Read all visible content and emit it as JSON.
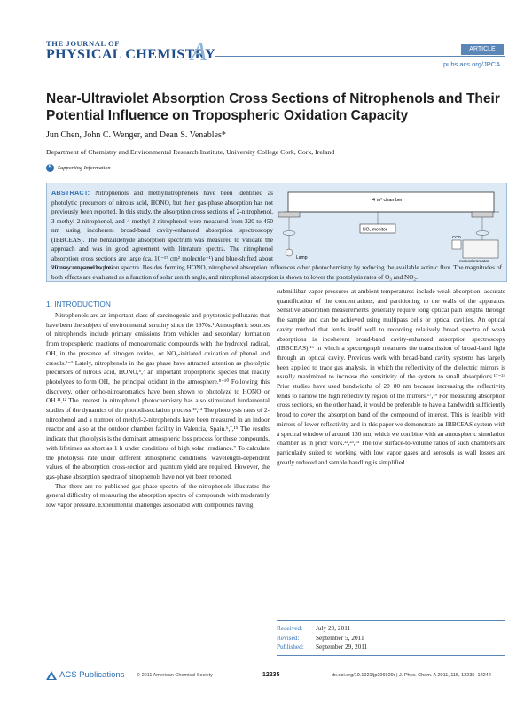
{
  "header": {
    "journal_top": "THE JOURNAL OF",
    "journal_main": "PHYSICAL CHEMISTRY",
    "journal_letter": "A",
    "badge": "ARTICLE",
    "url": "pubs.acs.org/JPCA"
  },
  "title": "Near-Ultraviolet Absorption Cross Sections of Nitrophenols and Their Potential Influence on Tropospheric Oxidation Capacity",
  "authors": "Jun Chen, John C. Wenger, and Dean S. Venables*",
  "affiliation": "Department of Chemistry and Environmental Research Institute, University College Cork, Cork, Ireland",
  "supporting_icon": "S",
  "supporting": "Supporting Information",
  "abstract": {
    "label": "ABSTRACT:",
    "text_wrapped": "Nitrophenols and methylnitrophenols have been identified as photolytic precursors of nitrous acid, HONO, but their gas-phase absorption has not previously been reported. In this study, the absorption cross sections of 2-nitrophenol, 3-methyl-2-nitrophenol, and 4-methyl-2-nitrophenol were measured from 320 to 450 nm using incoherent broad-band cavity-enhanced absorption spectroscopy (IBBCEAS). The benzaldehyde absorption spectrum was measured to validate the approach and was in good agreement with literature spectra. The nitrophenol absorption cross sections are large (ca. 10⁻¹⁷ cm² molecule⁻¹) and blue-shifted about 20 nm compared to pre-",
    "text_full": "viously measured solution spectra. Besides forming HONO, nitrophenol absorption influences other photochemistry by reducing the available actinic flux. The magnitudes of both effects are evaluated as a function of solar zenith angle, and nitrophenol absorption is shown to lower the photolysis rates of O₃ and NO₂."
  },
  "figure": {
    "chamber_label": "4 m³ chamber",
    "monitor_label": "NO₂ monitor",
    "lamp_label": "Lamp",
    "ccd_label": "CCD",
    "mono_label": "monochromator"
  },
  "intro_heading": "1. INTRODUCTION",
  "left_paragraphs": [
    "Nitrophenols are an important class of carcinogenic and phytotoxic pollutants that have been the subject of environmental scrutiny since the 1970s.¹ Atmospheric sources of nitrophenols include primary emissions from vehicles and secondary formation from tropospheric reactions of monoaromatic compounds with the hydroxyl radical, OH, in the presence of nitrogen oxides, or NO₃-initiated oxidation of phenol and cresols.²⁻⁵ Lately, nitrophenols in the gas phase have attracted attention as photolytic precursors of nitrous acid, HONO,⁶,⁷ an important tropospheric species that readily photolyzes to form OH, the principal oxidant in the atmosphere.⁸⁻¹⁰ Following this discovery, other ortho-nitroaromatics have been shown to photolyze to HONO or OH.¹¹,¹² The interest in nitrophenol photochemistry has also stimulated fundamental studies of the dynamics of the photodissociation process.¹³,¹⁴ The photolysis rates of 2-nitrophenol and a number of methyl-2-nitrophenols have been measured in an indoor reactor and also at the outdoor chamber facility in Valencia, Spain.⁶,⁷,¹⁵ The results indicate that photolysis is the dominant atmospheric loss process for these compounds, with lifetimes as short as 1 h under conditions of high solar irradiance.⁷ To calculate the photolysis rate under different atmospheric conditions, wavelength-dependent values of the absorption cross-section and quantum yield are required. However, the gas-phase absorption spectra of nitrophenols have not yet been reported.",
    "That there are no published gas-phase spectra of the nitrophenols illustrates the general difficulty of measuring the absorption spectra of compounds with moderately low vapor pressure. Experimental challenges associated with compounds having"
  ],
  "right_paragraphs": [
    "submillibar vapor pressures at ambient temperatures include weak absorption, accurate quantification of the concentrations, and partitioning to the walls of the apparatus. Sensitive absorption measurements generally require long optical path lengths through the sample and can be achieved using multipass cells or optical cavities. An optical cavity method that lends itself well to recording relatively broad spectra of weak absorptions is incoherent broad-band cavity-enhanced absorption spectroscopy (IBBCEAS),¹⁶ in which a spectrograph measures the transmission of broad-band light through an optical cavity. Previous work with broad-band cavity systems has largely been applied to trace gas analysis, in which the reflectivity of the dielectric mirrors is usually maximized to increase the sensitivity of the system to small absorptions.¹⁷⁻²⁴ Prior studies have used bandwidths of 20−80 nm because increasing the reflectivity tends to narrow the high reflectivity region of the mirrors.¹⁷,¹⁹ For measuring absorption cross sections, on the other hand, it would be preferable to have a bandwidth sufficiently broad to cover the absorption band of the compound of interest. This is feasible with mirrors of lower reflectivity and in this paper we demonstrate an IBBCEAS system with a spectral window of around 130 nm, which we combine with an atmospheric simulation chamber as in prior work.²²,²³,²⁵ The low surface-to-volume ratios of such chambers are particularly suited to working with low vapor gases and aerosols as wall losses are greatly reduced and sample handling is simplified."
  ],
  "dates": [
    {
      "label": "Received:",
      "value": "July 20, 2011"
    },
    {
      "label": "Revised:",
      "value": "September 5, 2011"
    },
    {
      "label": "Published:",
      "value": "September 29, 2011"
    }
  ],
  "footer": {
    "acs": "ACS Publications",
    "copyright": "© 2011 American Chemical Society",
    "page": "12235",
    "doi": "dx.doi.org/10.1021/jp206929r | J. Phys. Chem. A 2011, 115, 12235–12242"
  },
  "colors": {
    "accent": "#2e6fb3",
    "abstract_bg": "#dde9f4"
  }
}
